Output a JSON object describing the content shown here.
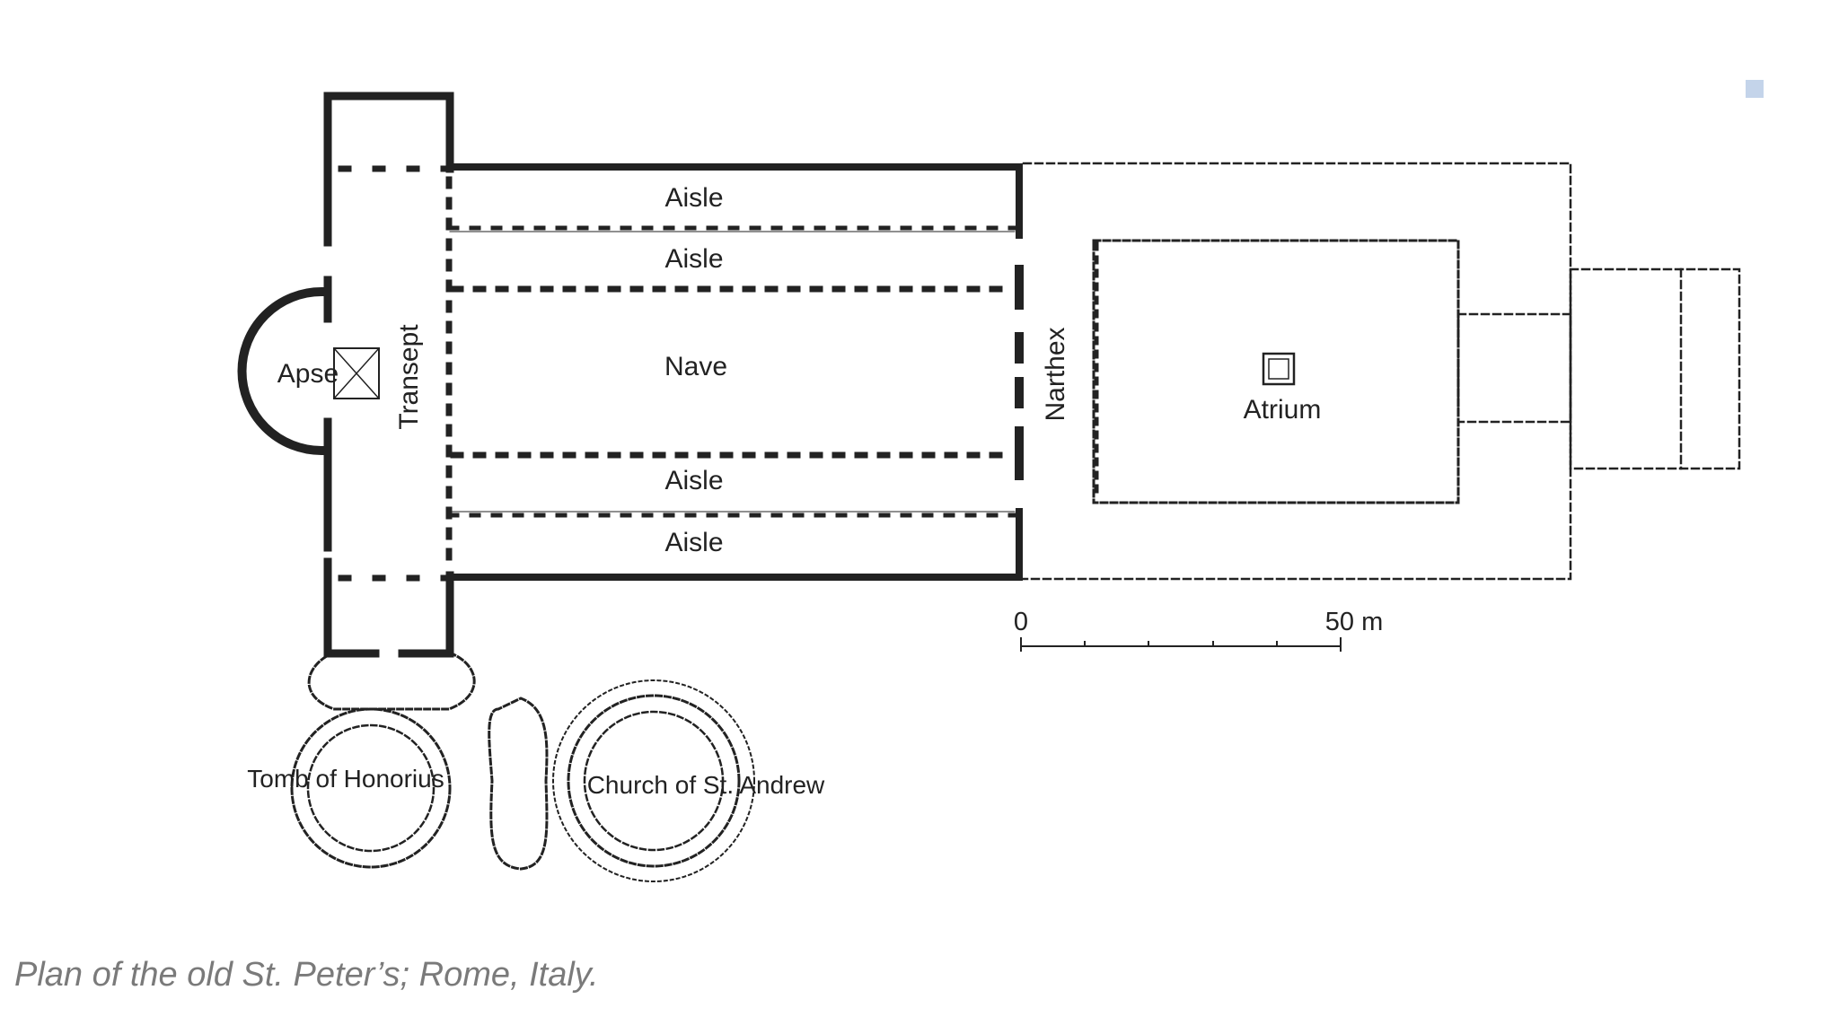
{
  "labels": {
    "aisle_1": "Aisle",
    "aisle_2": "Aisle",
    "nave": "Nave",
    "aisle_3": "Aisle",
    "aisle_4": "Aisle",
    "apse": "Apse",
    "transept": "Transept",
    "narthex": "Narthex",
    "atrium": "Atrium",
    "tomb": "Tomb of Honorius",
    "church": "Church of St. Andrew"
  },
  "scale": {
    "start": "0",
    "end": "50 m"
  },
  "caption": "Plan of the old St. Peter’s; Rome, Italy."
}
